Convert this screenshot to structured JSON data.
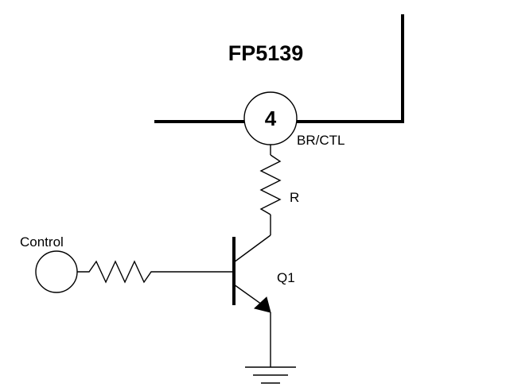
{
  "chip": {
    "name": "FP5139",
    "pin_number": "4",
    "pin_name": "BR/CTL"
  },
  "components": {
    "resistor_label": "R",
    "transistor_label": "Q1"
  },
  "control": {
    "label": "Control"
  },
  "colors": {
    "line": "#000000",
    "background": "#ffffff"
  }
}
